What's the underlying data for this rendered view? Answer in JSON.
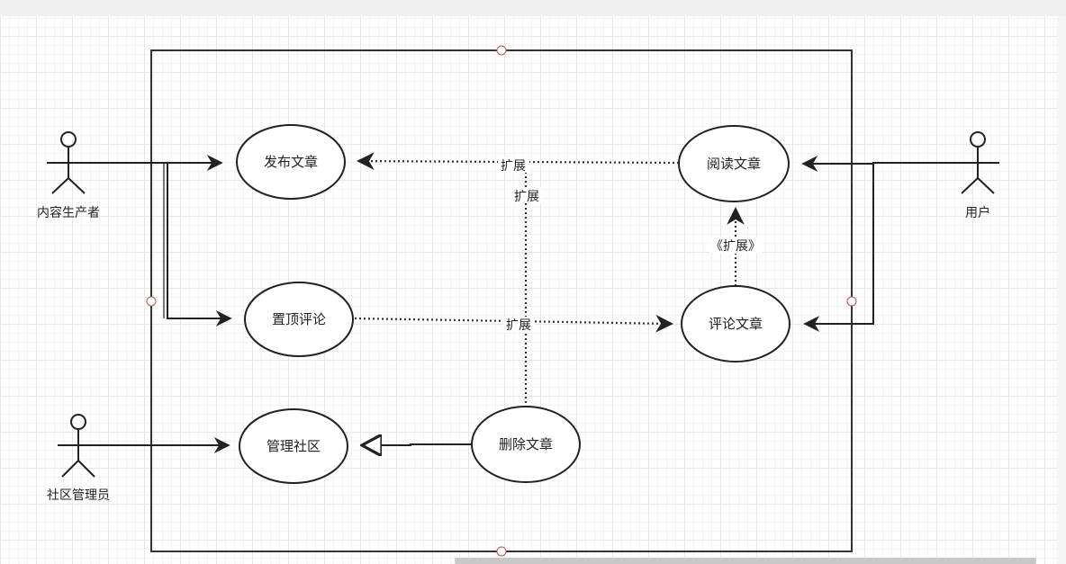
{
  "actors": [
    {
      "id": "producer",
      "label": "内容生产者"
    },
    {
      "id": "user",
      "label": "用户"
    },
    {
      "id": "admin",
      "label": "社区管理员"
    }
  ],
  "use_cases": [
    {
      "id": "publish",
      "label": "发布文章"
    },
    {
      "id": "read",
      "label": "阅读文章"
    },
    {
      "id": "pin",
      "label": "置顶评论"
    },
    {
      "id": "comment",
      "label": "评论文章"
    },
    {
      "id": "manage",
      "label": "管理社区"
    },
    {
      "id": "delete",
      "label": "删除文章"
    }
  ],
  "relations": [
    {
      "from": "producer",
      "to": "publish",
      "type": "association",
      "label": ""
    },
    {
      "from": "producer",
      "to": "pin",
      "type": "association",
      "label": ""
    },
    {
      "from": "user",
      "to": "read",
      "type": "association",
      "label": ""
    },
    {
      "from": "user",
      "to": "comment",
      "type": "association",
      "label": ""
    },
    {
      "from": "admin",
      "to": "manage",
      "type": "association",
      "label": ""
    },
    {
      "from": "delete",
      "to": "manage",
      "type": "generalization",
      "label": ""
    },
    {
      "from": "read",
      "to": "publish",
      "type": "extend",
      "label": "扩展"
    },
    {
      "from": "delete",
      "to": "publish",
      "type": "extend",
      "label": "扩展"
    },
    {
      "from": "pin",
      "to": "comment",
      "type": "extend",
      "label": "扩展"
    },
    {
      "from": "comment",
      "to": "read",
      "type": "extend",
      "label": "《扩展》"
    }
  ],
  "colors": {
    "line": "#333333",
    "ellipse_stroke": "#222222",
    "handle_stroke": "#b85450",
    "grid": "#e6e6e6"
  }
}
